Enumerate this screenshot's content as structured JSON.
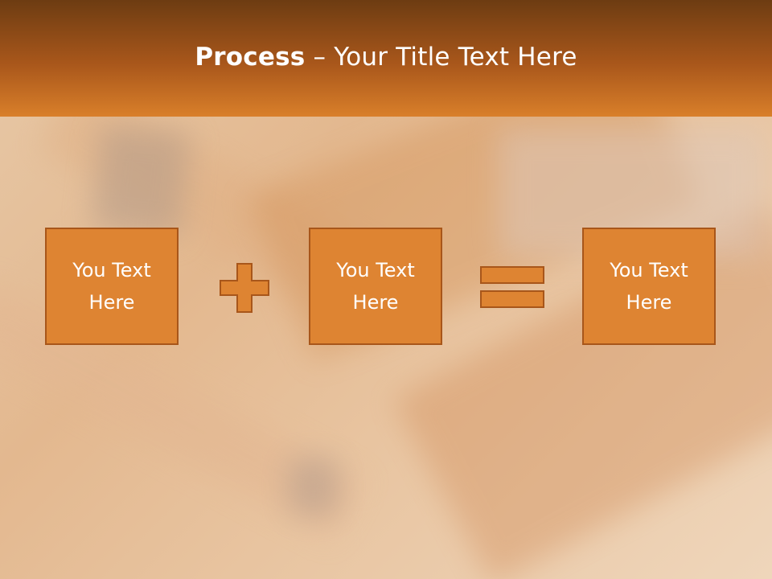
{
  "header": {
    "title_bold": "Process",
    "title_rest": " – Your Title Text Here"
  },
  "process": {
    "steps": [
      {
        "label": "You Text\nHere"
      },
      {
        "label": "You Text\nHere"
      },
      {
        "label": "You Text\nHere"
      }
    ],
    "operators": [
      "plus-icon",
      "equals-icon"
    ]
  },
  "colors": {
    "header_dark": "#6d3c12",
    "header_light": "#d97f2a",
    "box_fill": "#de8432",
    "box_border": "#a8561a",
    "text": "#ffffff"
  }
}
